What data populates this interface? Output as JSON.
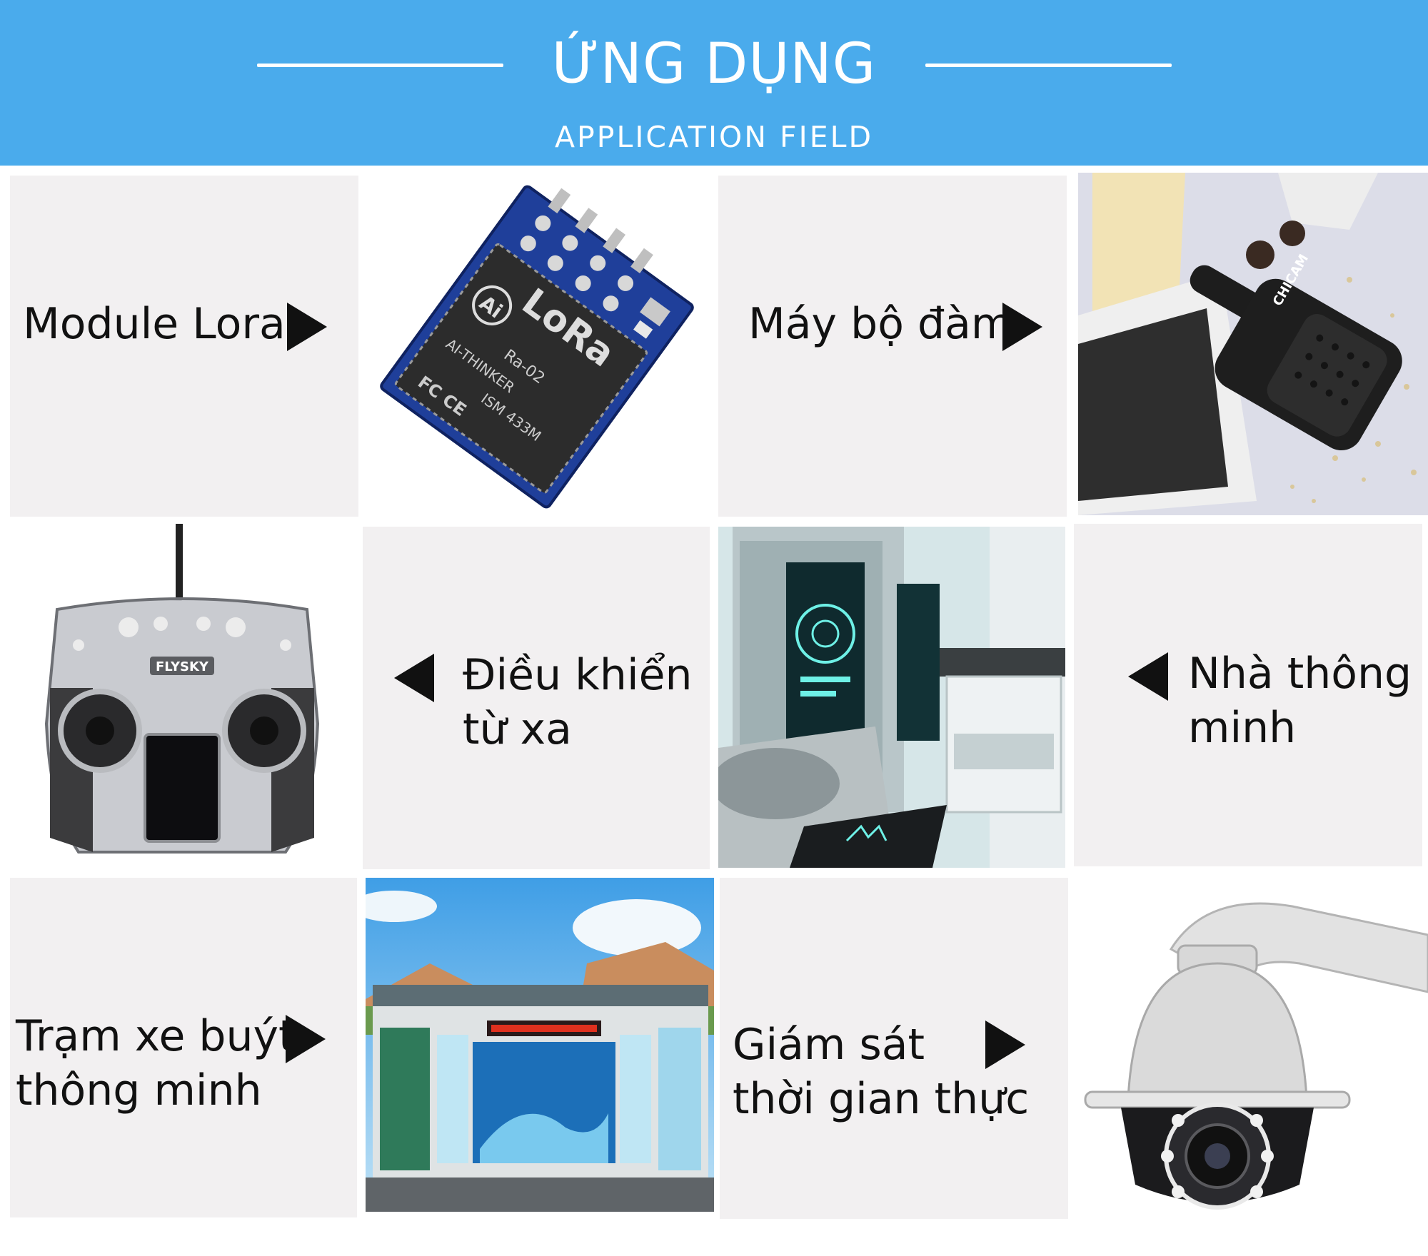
{
  "header": {
    "title": "ỨNG DỤNG",
    "subtitle": "APPLICATION FIELD"
  },
  "lora_chip": {
    "brand": "LoRa",
    "model": "Ra-02",
    "vendor": "AI-THINKER",
    "spec": "ISM 433M",
    "mark": "FC CE"
  },
  "radio_brand": "CHICAM",
  "remote_brand": "FLYSKY",
  "tiles": {
    "lora": {
      "label": "Module Lora"
    },
    "walkie": {
      "label": "Máy bộ đàm"
    },
    "remote": {
      "line1": "Điều khiển",
      "line2": "từ xa"
    },
    "home": {
      "line1": "Nhà thông",
      "line2": "minh"
    },
    "bus": {
      "line1": "Trạm xe buýt",
      "line2": "thông minh"
    },
    "monitor": {
      "line1": "Giám sát",
      "line2": "thời gian thực"
    }
  },
  "colors": {
    "header_bg": "#4aabec",
    "tile_bg": "#f2f0f1",
    "text": "#111111"
  }
}
